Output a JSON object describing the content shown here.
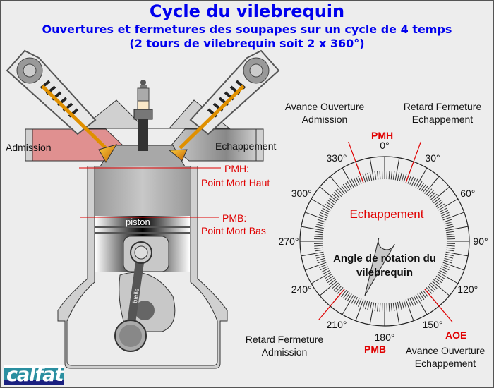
{
  "header": {
    "title": "Cycle du vilebrequin",
    "subtitle": "Ouvertures et fermetures des soupapes sur un cycle de 4 temps",
    "subtitle2": "(2 tours de vilebrequin soit 2 x 360°)"
  },
  "engine": {
    "intake_label": "Admission",
    "exhaust_label": "Echappement",
    "piston_label": "piston",
    "rod_label": "bielle",
    "pmh_label": "PMH:",
    "pmh_desc": "Point Mort Haut",
    "pmb_label": "PMB:",
    "pmb_desc": "Point Mort Bas",
    "colors": {
      "intake": "#e89090",
      "valve": "#f0a000",
      "marker": "#e00000"
    }
  },
  "dial": {
    "phase_label": "Echappement",
    "center_label_1": "Angle de rotation du",
    "center_label_2": "vilebrequin",
    "pointer_angle_deg": 200,
    "pmh": "PMH",
    "pmb": "PMB",
    "aoe": "AOE",
    "angle_labels": [
      "0°",
      "30°",
      "60°",
      "90°",
      "120°",
      "150°",
      "180°",
      "210°",
      "240°",
      "270°",
      "300°",
      "330°"
    ],
    "annotations": {
      "aoa": [
        "Avance Ouverture",
        "Admission"
      ],
      "rfe": [
        "Retard Fermeture",
        "Echappement"
      ],
      "rfa": [
        "Retard Fermeture",
        "Admission"
      ],
      "aoe": [
        "Avance Ouverture",
        "Echappement"
      ]
    },
    "marker_angles_deg": {
      "aoa": 340,
      "rfe": 20,
      "rfa": 220,
      "aoe": 140
    }
  },
  "logo": {
    "text": "calfat"
  }
}
